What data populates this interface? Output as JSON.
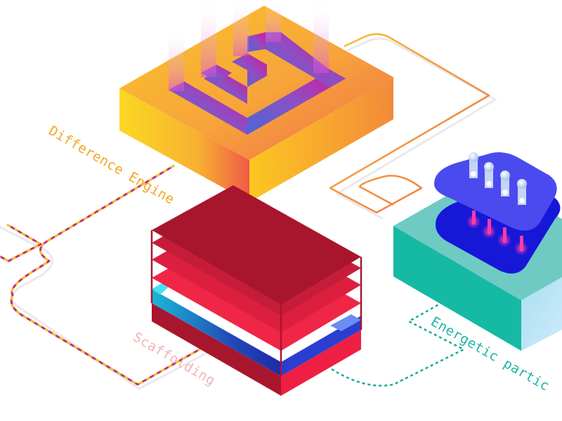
{
  "labels": {
    "difference_engine": "Difference Engine",
    "scaffolding": "Scaffolding",
    "energetic_particles": "Energetic partic"
  },
  "colors": {
    "engine_label": "#f5a623",
    "scaffolding_label": "#f4b2b4",
    "particles_label": "#1fb5a5",
    "gold_track": "#f7b52a",
    "teal_track": "#14a898",
    "pink_dash": "#c2307a",
    "yellow_dash": "#f3c32b",
    "scaffold_red": "#a8162e",
    "teal_block": "#16b9a3",
    "particle_blue": "#4c4af0"
  },
  "icons": {
    "engine": "difference-engine-block-icon",
    "scaffold": "scaffolding-stack-icon",
    "particles": "energetic-particles-block-icon"
  }
}
